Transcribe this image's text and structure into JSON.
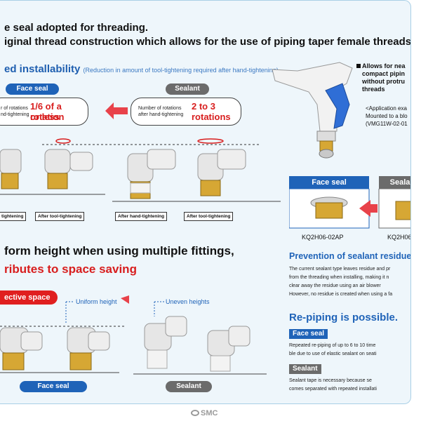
{
  "header": {
    "line1": "e seal adopted for threading.",
    "line2": "iginal thread construction which allows for the use of piping taper female threads (Rc"
  },
  "installability": {
    "title": "ed installability",
    "note": "(Reduction in amount of tool-tightening required after hand-tightening)",
    "face_seal_label": "Face seal",
    "sealant_label": "Sealant",
    "face_bubble_small1": "r of rotations",
    "face_bubble_small2": "nd-tightening",
    "face_bubble_big1": "1/6 of a rotation",
    "face_bubble_big2": "or less",
    "sealant_bubble_small1": "Number of rotations",
    "sealant_bubble_small2": "after hand-tightening",
    "sealant_bubble_big1": "2 to 3",
    "sealant_bubble_big2": "rotations",
    "cap_face_hand": "tightening",
    "cap_face_tool": "After tool-tightening",
    "cap_seal_hand": "After hand-tightening",
    "cap_seal_tool": "After tool-tightening"
  },
  "uniform": {
    "title": "form height when using multiple fittings,",
    "subtitle": "ributes to space saving",
    "effective_space": "ective space",
    "uniform_height": "Uniform height",
    "uneven_heights": "Uneven heights",
    "face_seal_label": "Face seal",
    "sealant_label": "Sealant"
  },
  "right_column": {
    "bullet_line1": "Allows for nea",
    "bullet_line2": "compact pipin",
    "bullet_line3": "without protru",
    "bullet_line4": "threads",
    "app_line1": "<Application exa",
    "app_line2": "Mounted to a blo",
    "app_line3": "(VMG11W-02-01",
    "face_seal_label": "Face seal",
    "sealant_label": "Seala",
    "model_face": "KQ2H06-02AP",
    "model_seal": "KQ2H06"
  },
  "prevention": {
    "title": "Prevention of sealant residue/pro",
    "p1": "The current sealant type leaves residue and pr",
    "p2": "from the threading when installing, making it n",
    "p3": "clear away the residue using an air blower",
    "p4": "However, no residue is created when using a fa"
  },
  "repiping": {
    "title": "Re-piping is possible.",
    "face_tag": "Face seal",
    "face_text1": "Repeated re-piping of up to 6 to 10 time",
    "face_text2": "ble due to use of elastic sealant on seati",
    "seal_tag": "Sealant",
    "seal_text1": "Sealant tape is necessary because se",
    "seal_text2": "comes separated with repeated installati"
  },
  "footer": {
    "logo_text": "SMC"
  },
  "colors": {
    "accent_blue": "#1f63b8",
    "red": "#d81e1e",
    "gray": "#6b6b6b",
    "panel_bg": "#eef6fb"
  }
}
